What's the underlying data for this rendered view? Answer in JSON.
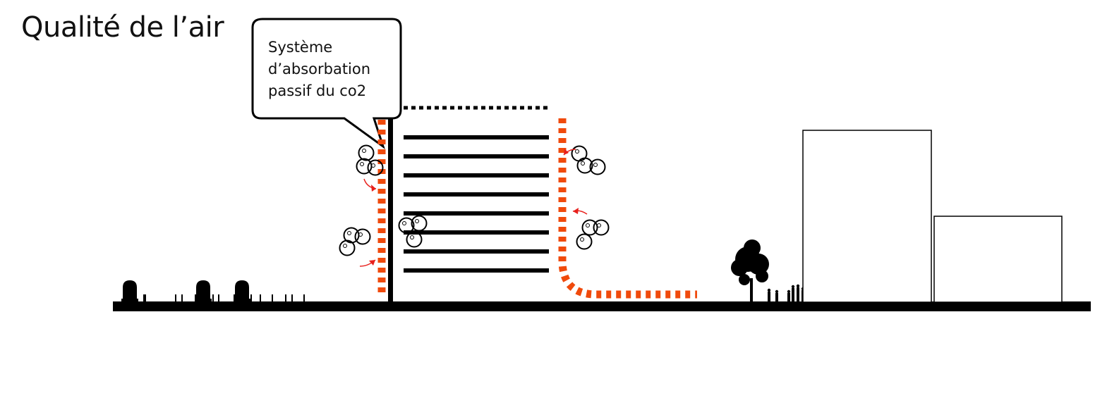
{
  "title": "Qualité de l’air",
  "callout": {
    "lines": [
      "Système",
      "d’absorbation",
      "passif du co2"
    ]
  },
  "colors": {
    "accent": "#f04a0c",
    "arrow": "#e8201c",
    "ink": "#000000"
  }
}
